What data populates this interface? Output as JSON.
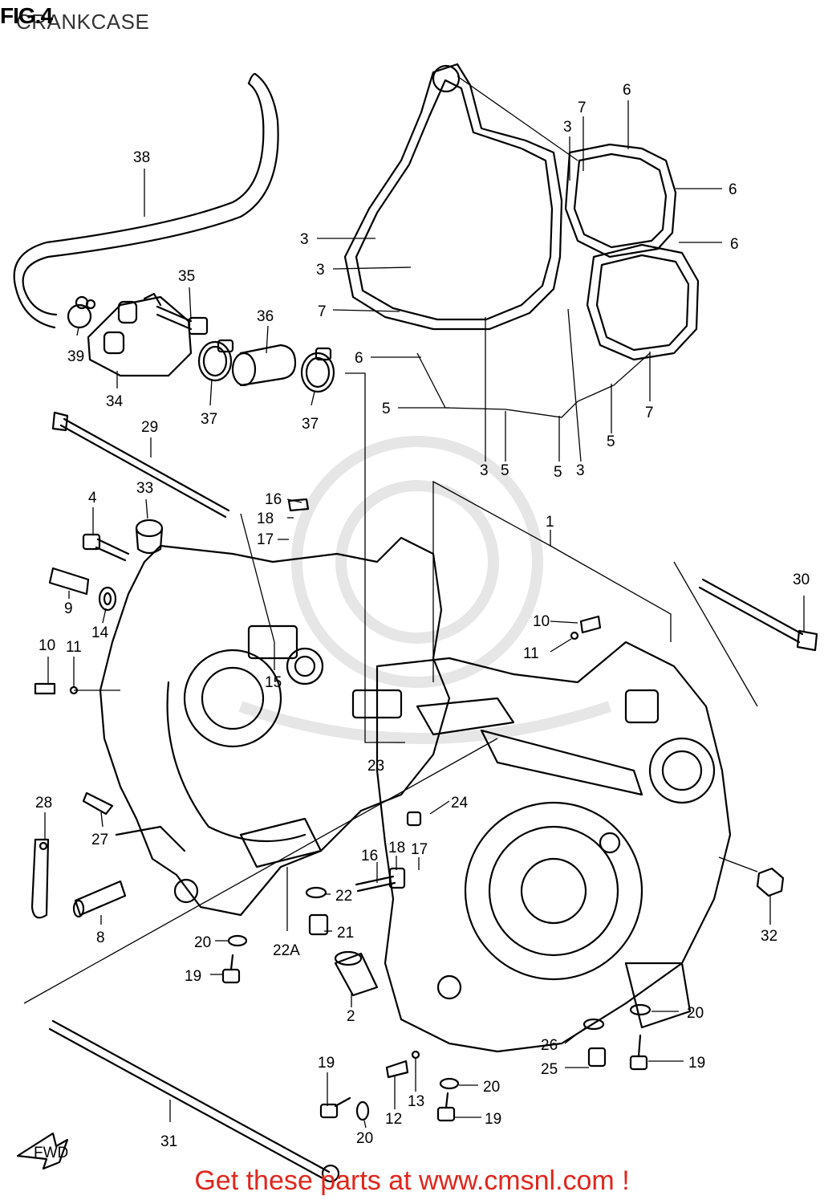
{
  "figure": {
    "number_label": "FIG.4",
    "title": "CRANKCASE"
  },
  "promo_text": "Get these parts at www.cmsnl.com !",
  "callouts": [
    {
      "id": "c1",
      "text": "1"
    },
    {
      "id": "c2",
      "text": "2"
    },
    {
      "id": "c3a",
      "text": "3"
    },
    {
      "id": "c3b",
      "text": "3"
    },
    {
      "id": "c3c",
      "text": "3"
    },
    {
      "id": "c3d",
      "text": "3"
    },
    {
      "id": "c3e",
      "text": "3"
    },
    {
      "id": "c4",
      "text": "4"
    },
    {
      "id": "c5a",
      "text": "5"
    },
    {
      "id": "c5b",
      "text": "5"
    },
    {
      "id": "c5c",
      "text": "5"
    },
    {
      "id": "c5d",
      "text": "5"
    },
    {
      "id": "c6a",
      "text": "6"
    },
    {
      "id": "c6b",
      "text": "6"
    },
    {
      "id": "c6c",
      "text": "6"
    },
    {
      "id": "c6d",
      "text": "6"
    },
    {
      "id": "c7a",
      "text": "7"
    },
    {
      "id": "c7b",
      "text": "7"
    },
    {
      "id": "c7c",
      "text": "7"
    },
    {
      "id": "c8",
      "text": "8"
    },
    {
      "id": "c9",
      "text": "9"
    },
    {
      "id": "c10a",
      "text": "10"
    },
    {
      "id": "c10b",
      "text": "10"
    },
    {
      "id": "c11a",
      "text": "11"
    },
    {
      "id": "c11b",
      "text": "11"
    },
    {
      "id": "c12",
      "text": "12"
    },
    {
      "id": "c13",
      "text": "13"
    },
    {
      "id": "c14",
      "text": "14"
    },
    {
      "id": "c15",
      "text": "15"
    },
    {
      "id": "c16a",
      "text": "16"
    },
    {
      "id": "c16b",
      "text": "16"
    },
    {
      "id": "c17a",
      "text": "17"
    },
    {
      "id": "c17b",
      "text": "17"
    },
    {
      "id": "c18a",
      "text": "18"
    },
    {
      "id": "c18b",
      "text": "18"
    },
    {
      "id": "c19a",
      "text": "19"
    },
    {
      "id": "c19b",
      "text": "19"
    },
    {
      "id": "c19c",
      "text": "19"
    },
    {
      "id": "c19d",
      "text": "19"
    },
    {
      "id": "c20a",
      "text": "20"
    },
    {
      "id": "c20b",
      "text": "20"
    },
    {
      "id": "c20c",
      "text": "20"
    },
    {
      "id": "c20d",
      "text": "20"
    },
    {
      "id": "c21",
      "text": "21"
    },
    {
      "id": "c22",
      "text": "22"
    },
    {
      "id": "c22A",
      "text": "22A"
    },
    {
      "id": "c23",
      "text": "23"
    },
    {
      "id": "c24",
      "text": "24"
    },
    {
      "id": "c25",
      "text": "25"
    },
    {
      "id": "c26",
      "text": "26"
    },
    {
      "id": "c27",
      "text": "27"
    },
    {
      "id": "c28",
      "text": "28"
    },
    {
      "id": "c29",
      "text": "29"
    },
    {
      "id": "c30",
      "text": "30"
    },
    {
      "id": "c31",
      "text": "31"
    },
    {
      "id": "c32",
      "text": "32"
    },
    {
      "id": "c33",
      "text": "33"
    },
    {
      "id": "c34",
      "text": "34"
    },
    {
      "id": "c35",
      "text": "35"
    },
    {
      "id": "c36",
      "text": "36"
    },
    {
      "id": "c37a",
      "text": "37"
    },
    {
      "id": "c37b",
      "text": "37"
    },
    {
      "id": "c38",
      "text": "38"
    },
    {
      "id": "c39",
      "text": "39"
    }
  ],
  "fwd_label": "FWD"
}
